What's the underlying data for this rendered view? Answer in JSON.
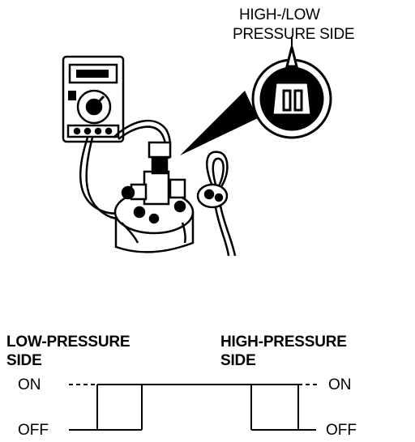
{
  "callout": {
    "line1": "HIGH-/LOW",
    "line2": "PRESSURE SIDE"
  },
  "low_side": {
    "line1": "LOW-PRESSURE",
    "line2": "SIDE",
    "on_label": "ON",
    "off_label": "OFF"
  },
  "high_side": {
    "line1": "HIGH-PRESSURE",
    "line2": "SIDE",
    "on_label": "ON",
    "off_label": "OFF"
  }
}
